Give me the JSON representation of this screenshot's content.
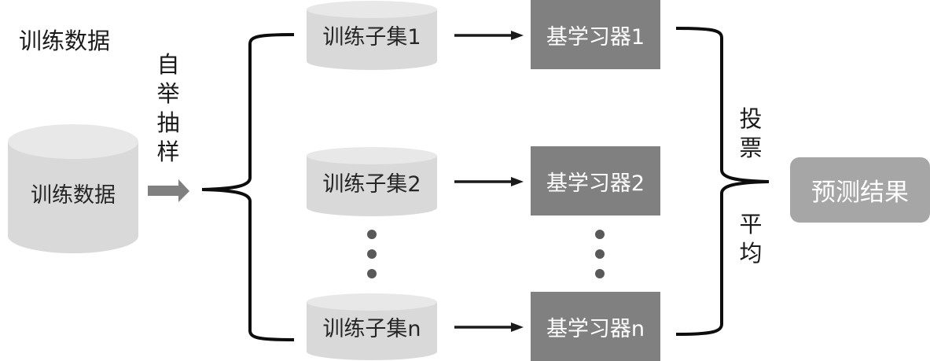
{
  "title": "训练数据",
  "source": {
    "label": "训练数据"
  },
  "sampling_label": [
    "自",
    "举",
    "抽",
    "样"
  ],
  "subsets": [
    {
      "label": "训练子集1"
    },
    {
      "label": "训练子集2"
    },
    {
      "label": "训练子集n"
    }
  ],
  "learners": [
    {
      "label": "基学习器1"
    },
    {
      "label": "基学习器2"
    },
    {
      "label": "基学习器n"
    }
  ],
  "aggregation": {
    "top_label": [
      "投",
      "票"
    ],
    "bottom_label": [
      "平",
      "均"
    ]
  },
  "result": {
    "label": "预测结果"
  },
  "colors": {
    "cylinder_body": "#d9d9d9",
    "cylinder_top": "#e8e8e8",
    "learner_box": "#808080",
    "result_box": "#a6a6a6",
    "sampling_arrow": "#808080",
    "line": "#0d0d0d",
    "dots": "#595959"
  }
}
